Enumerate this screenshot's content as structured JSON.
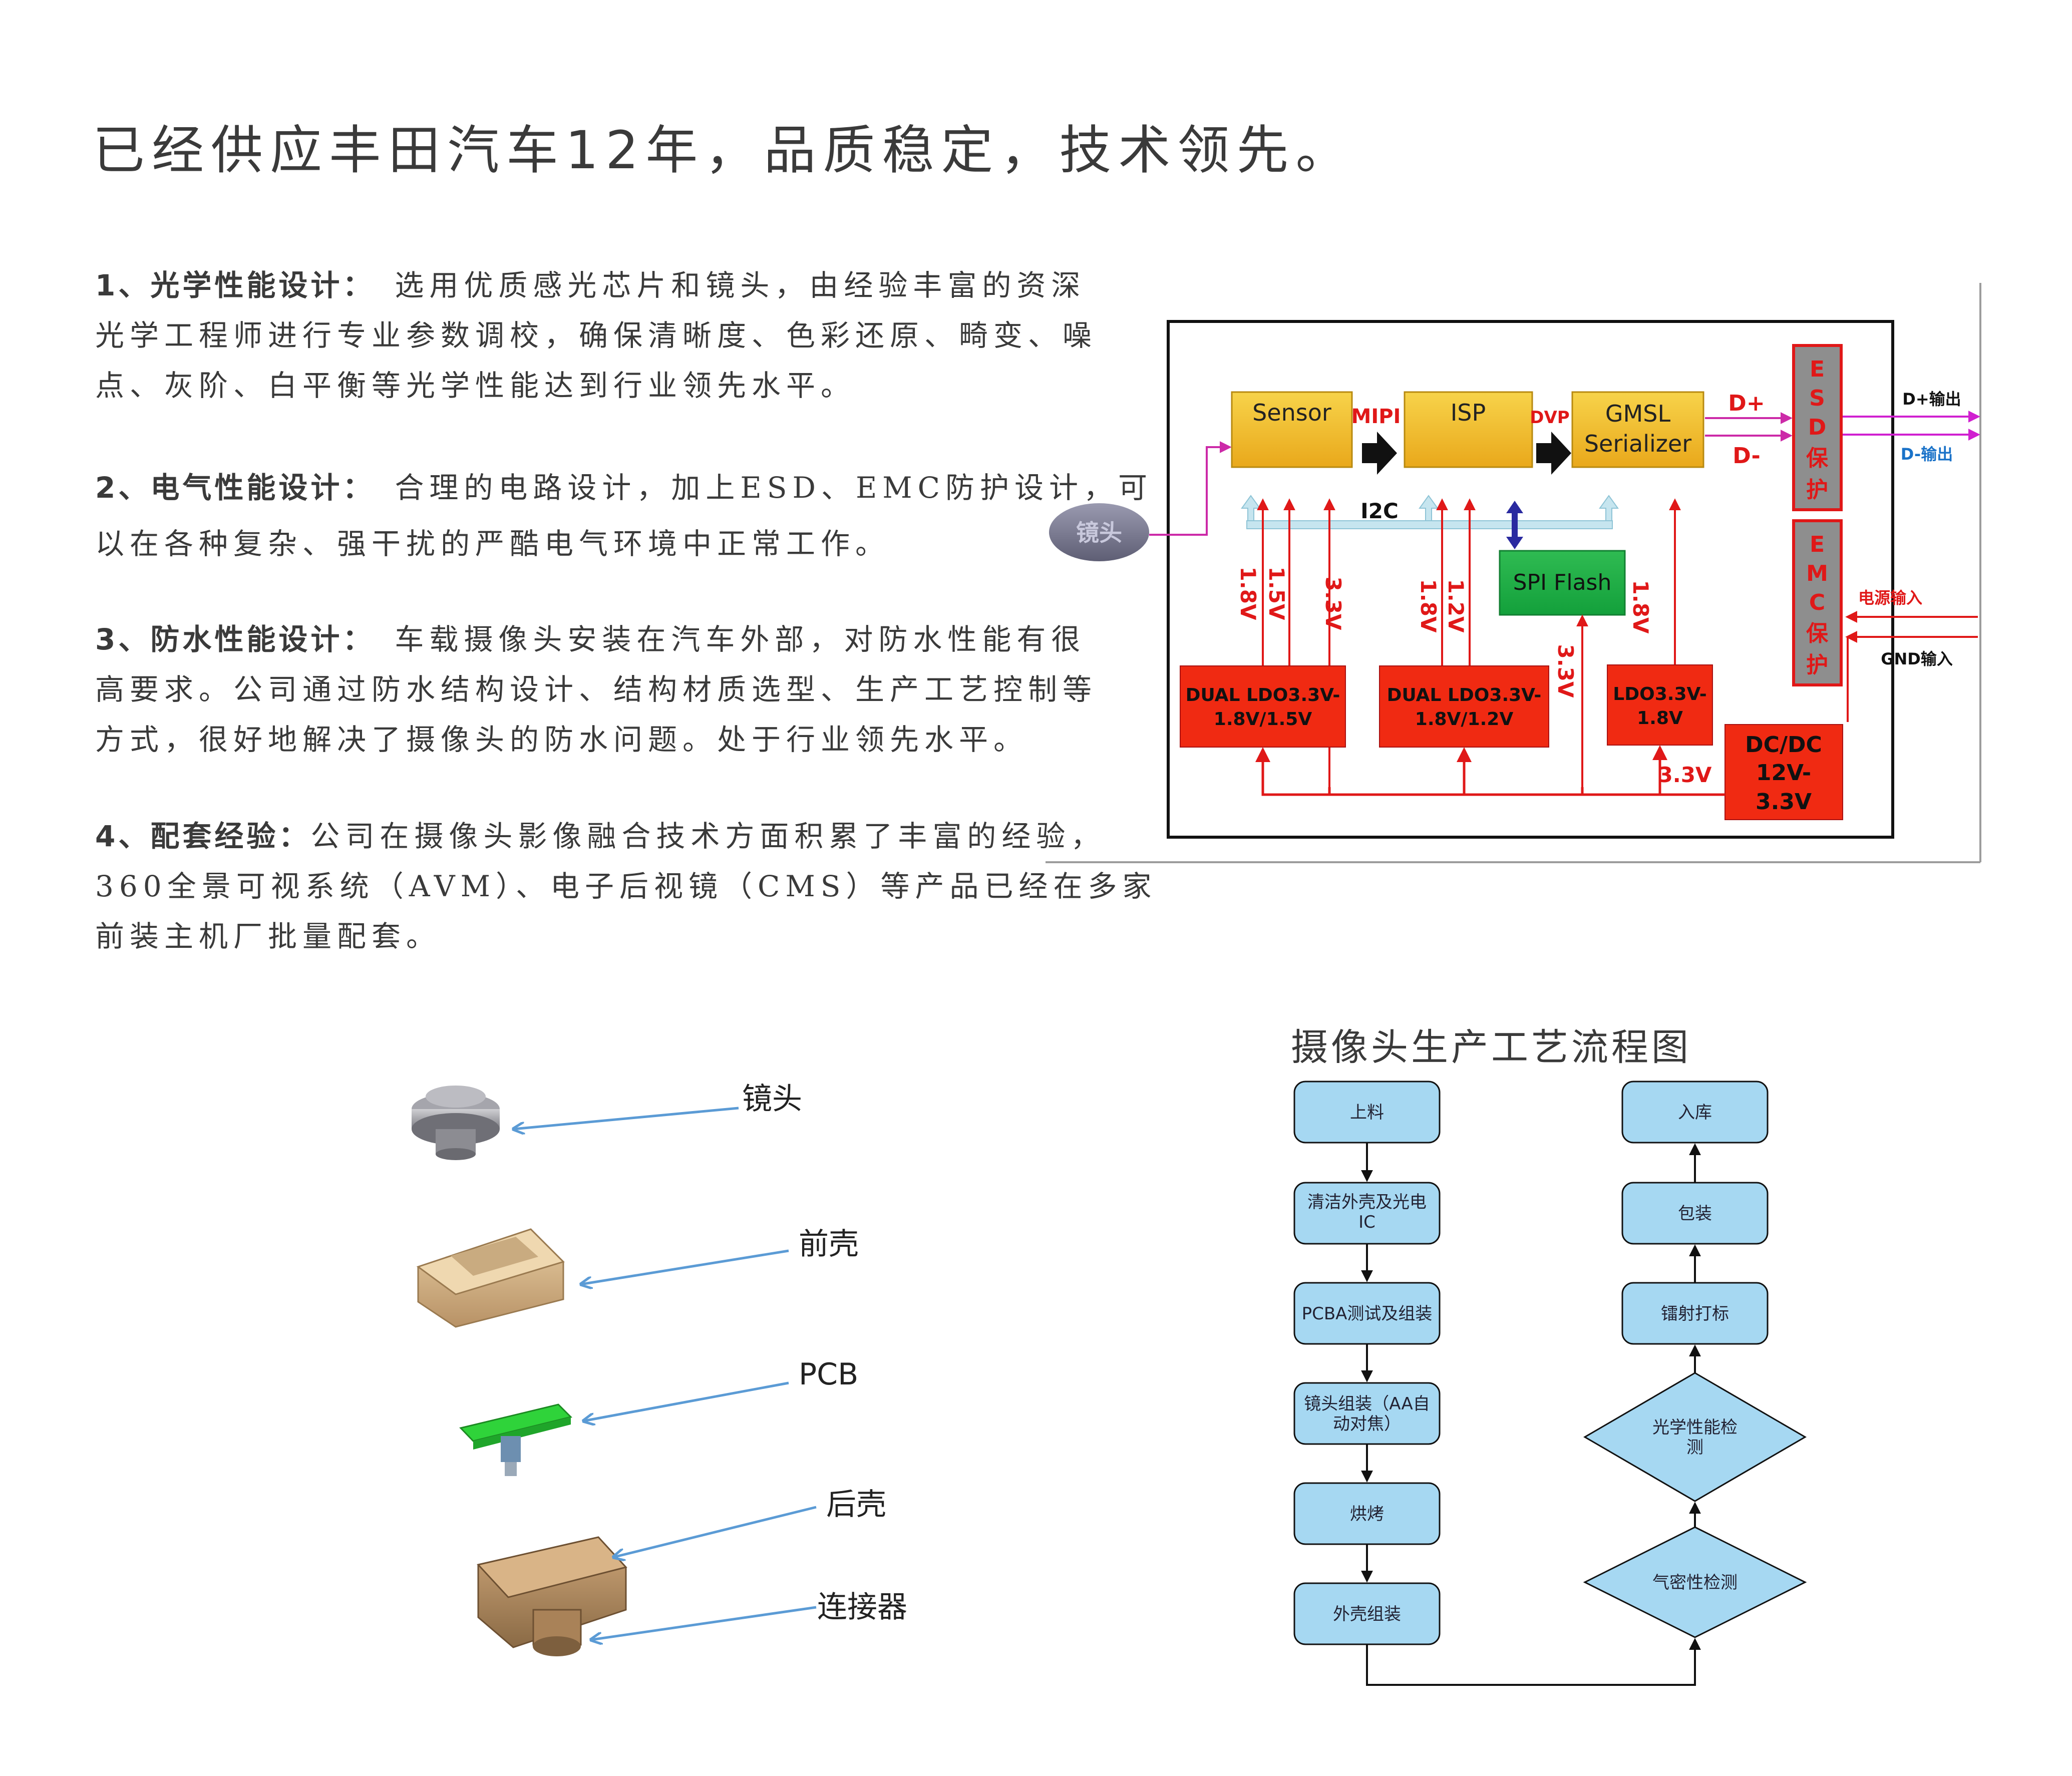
{
  "headline": "已经供应丰田汽车12年，品质稳定，技术领先。",
  "sections": [
    {
      "lead": "1、光学性能设计：",
      "lines": [
        "选用优质感光芯片和镜头，由经验丰富的资深",
        "光学工程师进行专业参数调校，确保清晰度、色彩还原、畸变、噪",
        "点、灰阶、白平衡等光学性能达到行业领先水平。"
      ]
    },
    {
      "lead": "2、电气性能设计：",
      "lines": [
        "合理的电路设计，加上ESD、EMC防护设计，可",
        "以在各种复杂、强干扰的严酷电气环境中正常工作。"
      ]
    },
    {
      "lead": "3、防水性能设计：",
      "lines": [
        "车载摄像头安装在汽车外部，对防水性能有很",
        "高要求。公司通过防水结构设计、结构材质选型、生产工艺控制等",
        "方式，很好地解决了摄像头的防水问题。处于行业领先水平。"
      ]
    },
    {
      "lead": "4、配套经验：",
      "lines": [
        "公司在摄像头影像融合技术方面积累了丰富的经验，",
        "360全景可视系统（AVM）、电子后视镜（CMS）等产品已经在多家",
        "前装主机厂批量配套。"
      ]
    }
  ],
  "circuit": {
    "lens": "镜头",
    "sensor": "Sensor",
    "mipi": "MIPI",
    "isp": "ISP",
    "dvp": "DVP",
    "gmsl_line1": "GMSL",
    "gmsl_line2": "Serializer",
    "d_plus": "D+",
    "d_minus": "D-",
    "esd": [
      "E",
      "S",
      "D",
      "保",
      "护"
    ],
    "emc": [
      "E",
      "M",
      "C",
      "保",
      "护"
    ],
    "d_plus_out": "D+输出",
    "d_minus_out": "D-输出",
    "power_in": "电源输入",
    "gnd_in": "GND输入",
    "i2c": "I2C",
    "spi_flash": "SPI Flash",
    "v18_a": "1.8V",
    "v15": "1.5V",
    "v33_a": "3.3V",
    "v18_b": "1.8V",
    "v12": "1.2V",
    "v33_b": "3.3V",
    "v18_c": "1.8V",
    "v33_bus": "3.3V",
    "ldo1_line1": "DUAL LDO3.3V-",
    "ldo1_line2": "1.8V/1.5V",
    "ldo2_line1": "DUAL LDO3.3V-",
    "ldo2_line2": "1.8V/1.2V",
    "ldo3_line1": "LDO3.3V-",
    "ldo3_line2": "1.8V",
    "dcdc_line1": "DC/DC",
    "dcdc_line2": "12V-",
    "dcdc_line3": "3.3V"
  },
  "parts": {
    "lens": "镜头",
    "front_shell": "前壳",
    "pcb": "PCB",
    "rear_shell": "后壳",
    "connector": "连接器"
  },
  "flow": {
    "title": "摄像头生产工艺流程图",
    "left": [
      {
        "line1": "上料",
        "line2": ""
      },
      {
        "line1": "清洁外壳及光电",
        "line2": "IC"
      },
      {
        "line1": "PCBA测试及组装",
        "line2": ""
      },
      {
        "line1": "镜头组装（AA自",
        "line2": "动对焦）"
      },
      {
        "line1": "烘烤",
        "line2": ""
      },
      {
        "line1": "外壳组装",
        "line2": ""
      }
    ],
    "right": [
      {
        "line1": "入库",
        "line2": ""
      },
      {
        "line1": "包装",
        "line2": ""
      },
      {
        "line1": "镭射打标",
        "line2": ""
      },
      {
        "line1": "光学性能检",
        "line2": "测"
      },
      {
        "line1": "气密性检测",
        "line2": ""
      }
    ]
  }
}
